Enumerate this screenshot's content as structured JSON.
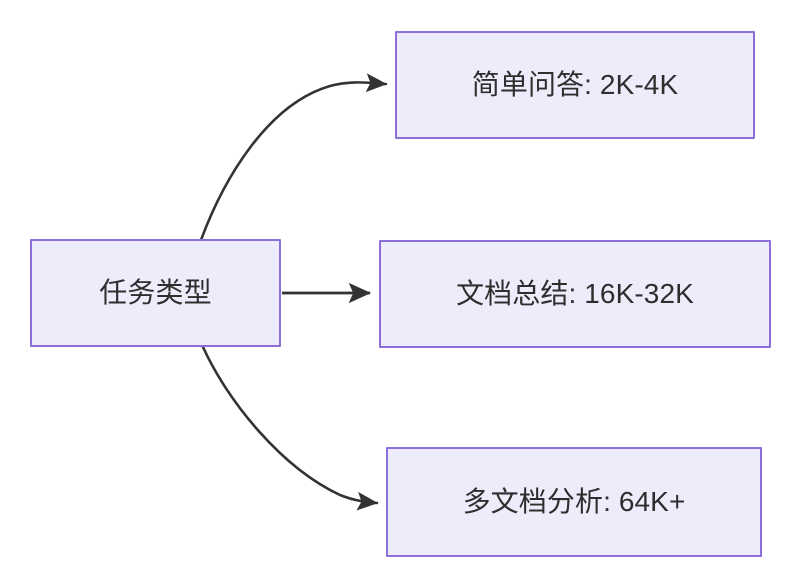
{
  "diagram": {
    "type": "flowchart",
    "direction": "left-to-right",
    "background_color": "#ffffff",
    "node_fill_color": "#ececfb",
    "node_border_color": "#8d6fdb",
    "node_text_color": "#2e2e2e",
    "edge_color": "#333333",
    "root": {
      "id": "task-type",
      "label": "任务类型"
    },
    "branches": [
      {
        "id": "simple-qa",
        "label": "简单问答: 2K-4K",
        "edge_style": "curved",
        "arrow": "triangle"
      },
      {
        "id": "doc-summary",
        "label": "文档总结: 16K-32K",
        "edge_style": "straight",
        "arrow": "triangle"
      },
      {
        "id": "multi-doc-analysis",
        "label": "多文档分析: 64K+",
        "edge_style": "curved",
        "arrow": "triangle"
      }
    ]
  }
}
